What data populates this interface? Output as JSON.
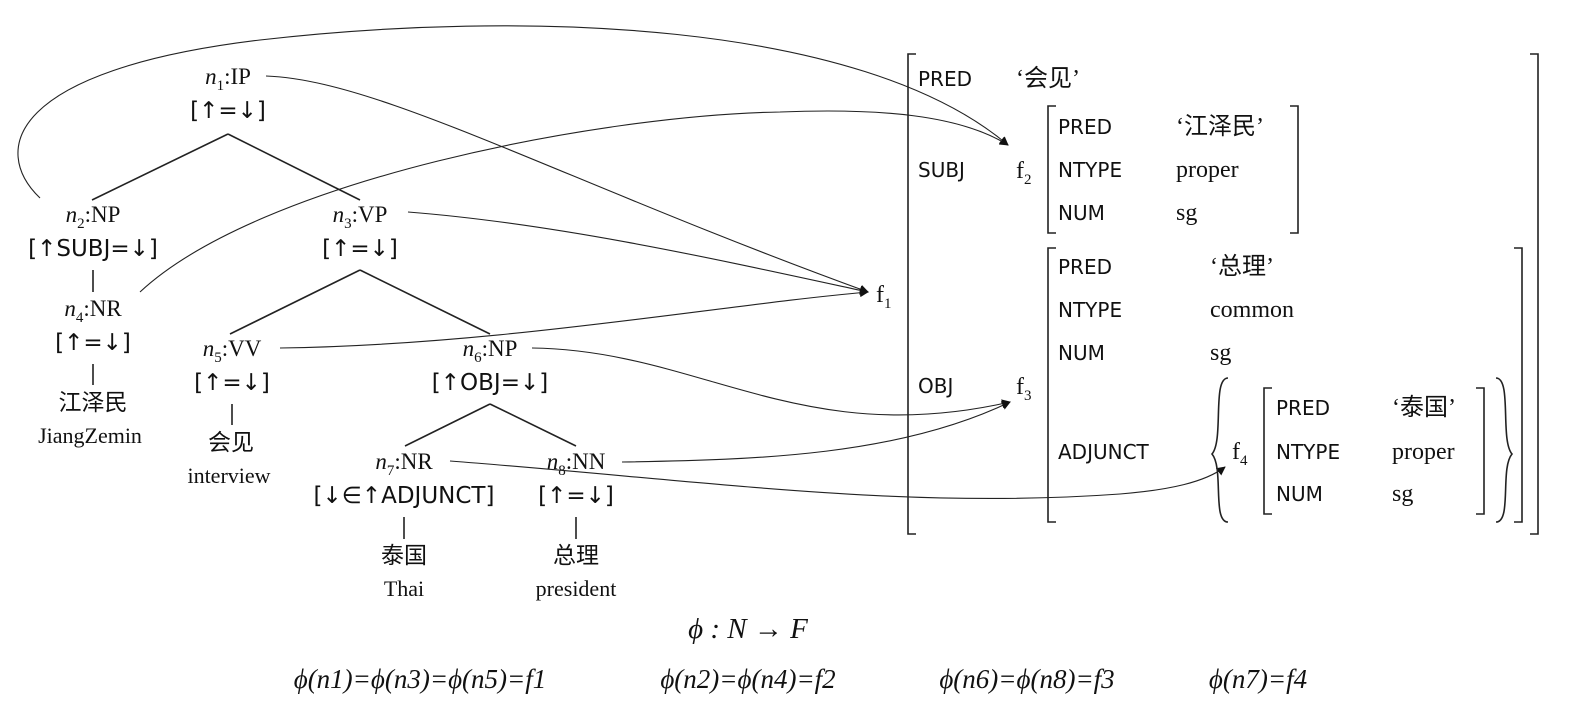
{
  "colors": {
    "ink": "#111111",
    "background": "#ffffff"
  },
  "tree": {
    "nodes": [
      {
        "id": "n1",
        "name": "n",
        "sub": "1",
        "cat": "IP",
        "ann": "[↑=↓]"
      },
      {
        "id": "n2",
        "name": "n",
        "sub": "2",
        "cat": "NP",
        "ann": "[↑SUBJ=↓]"
      },
      {
        "id": "n3",
        "name": "n",
        "sub": "3",
        "cat": "VP",
        "ann": "[↑=↓]"
      },
      {
        "id": "n4",
        "name": "n",
        "sub": "4",
        "cat": "NR",
        "ann": "[↑=↓]"
      },
      {
        "id": "n5",
        "name": "n",
        "sub": "5",
        "cat": "VV",
        "ann": "[↑=↓]"
      },
      {
        "id": "n6",
        "name": "n",
        "sub": "6",
        "cat": "NP",
        "ann": "[↑OBJ=↓]"
      },
      {
        "id": "n7",
        "name": "n",
        "sub": "7",
        "cat": "NR",
        "ann": "[↓∈↑ADJUNCT]"
      },
      {
        "id": "n8",
        "name": "n",
        "sub": "8",
        "cat": "NN",
        "ann": "[↑=↓]"
      }
    ],
    "words": [
      {
        "id": "w4",
        "chinese": "江泽民",
        "english": "JiangZemin"
      },
      {
        "id": "w5",
        "chinese": "会见",
        "english": "interview"
      },
      {
        "id": "w7",
        "chinese": "泰国",
        "english": "Thai"
      },
      {
        "id": "w8",
        "chinese": "总理",
        "english": "president"
      }
    ]
  },
  "fstructure": {
    "f1_label": "f",
    "f1_sub": "1",
    "pred_attr": "PRED",
    "pred_value": "‘会见’",
    "subj": {
      "attr": "SUBJ",
      "label": "f",
      "sub": "2",
      "rows": [
        {
          "attr": "PRED",
          "value": "‘江泽民’"
        },
        {
          "attr": "NTYPE",
          "value": "proper"
        },
        {
          "attr": "NUM",
          "value": "sg"
        }
      ]
    },
    "obj": {
      "attr": "OBJ",
      "label": "f",
      "sub": "3",
      "rows": [
        {
          "attr": "PRED",
          "value": "‘总理’"
        },
        {
          "attr": "NTYPE",
          "value": "common"
        },
        {
          "attr": "NUM",
          "value": "sg"
        }
      ],
      "adjunct": {
        "attr": "ADJUNCT",
        "label": "f",
        "sub": "4",
        "rows": [
          {
            "attr": "PRED",
            "value": "‘泰国’"
          },
          {
            "attr": "NTYPE",
            "value": "proper"
          },
          {
            "attr": "NUM",
            "value": "sg"
          }
        ]
      }
    }
  },
  "mapping": {
    "signature": "ϕ : N → F",
    "equations": [
      "ϕ(n1)=ϕ(n3)=ϕ(n5)=f1",
      "ϕ(n2)=ϕ(n4)=f2",
      "ϕ(n6)=ϕ(n8)=f3",
      "ϕ(n7)=f4"
    ]
  }
}
